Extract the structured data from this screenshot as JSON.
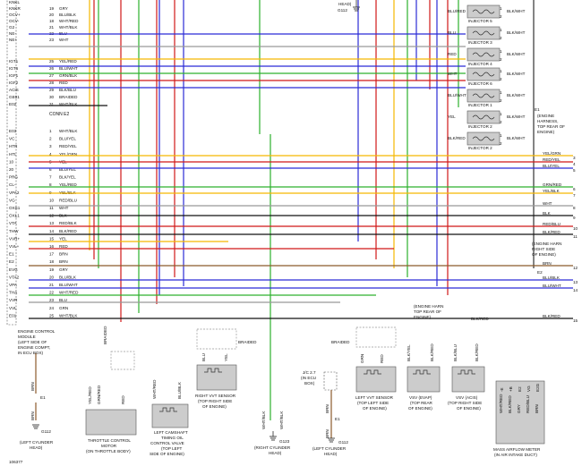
{
  "ecm": {
    "pins_top": [
      {
        "pin": "",
        "label": "KNKL",
        "wire": ""
      },
      {
        "pin": "19",
        "label": "KNKR",
        "wire": "GRY"
      },
      {
        "pin": "20",
        "label": "OCV+",
        "wire": "BLU/BLK"
      },
      {
        "pin": "18",
        "label": "OCV-",
        "wire": "WHT/RED"
      },
      {
        "pin": "21",
        "label": "G2",
        "wire": "WHT/BLK"
      },
      {
        "pin": "22",
        "label": "NE-",
        "wire": "BLU"
      },
      {
        "pin": "23",
        "label": "NE+",
        "wire": "WHT"
      }
    ],
    "pins_ign": [
      {
        "pin": "25",
        "label": "IGT1",
        "wire": "YEL/RED"
      },
      {
        "pin": "26",
        "label": "IGT6",
        "wire": "BLU/WHT"
      },
      {
        "pin": "27",
        "label": "IGF1",
        "wire": "GRN/BLK"
      },
      {
        "pin": "28",
        "label": "IGF2",
        "wire": "RED"
      },
      {
        "pin": "29",
        "label": "ACIS",
        "wire": "BLK/BLU"
      },
      {
        "pin": "30",
        "label": "GE01",
        "wire": "BRAIDED"
      },
      {
        "pin": "31",
        "label": "E02",
        "wire": "WHT/BLK"
      }
    ],
    "conn_e2": "CONN E2",
    "pins_e2": [
      {
        "pin": "1",
        "label": "E03",
        "wire": "WHT/BLK"
      },
      {
        "pin": "2",
        "label": "VC",
        "wire": "BLU/YEL"
      },
      {
        "pin": "3",
        "label": "HTR",
        "wire": "RED/YEL"
      },
      {
        "pin": "4",
        "label": "HTL",
        "wire": "YEL/GRN"
      },
      {
        "pin": "5",
        "label": "10",
        "wire": "YEL"
      },
      {
        "pin": "6",
        "label": "20",
        "wire": "BLU/YEL"
      },
      {
        "pin": "7",
        "label": "PRG",
        "wire": "BLK/YEL"
      },
      {
        "pin": "8",
        "label": "CL-",
        "wire": "YEL/RED"
      },
      {
        "pin": "9",
        "label": "VPA2",
        "wire": "YEL/BLK"
      },
      {
        "pin": "10",
        "label": "VG",
        "wire": "RED/BLU"
      },
      {
        "pin": "11",
        "label": "OXS1",
        "wire": "WHT"
      },
      {
        "pin": "12",
        "label": "OXL1",
        "wire": "BLK"
      },
      {
        "pin": "13",
        "label": "VTA",
        "wire": "RED/BLK"
      },
      {
        "pin": "14",
        "label": "THW",
        "wire": "BLK/RED"
      },
      {
        "pin": "15",
        "label": "VVR+",
        "wire": "YEL"
      },
      {
        "pin": "16",
        "label": "VVL+",
        "wire": "RED"
      },
      {
        "pin": "17",
        "label": "E1",
        "wire": "BRN"
      },
      {
        "pin": "18",
        "label": "E2",
        "wire": "BRN"
      },
      {
        "pin": "19",
        "label": "EVG",
        "wire": "GRY"
      },
      {
        "pin": "20",
        "label": "VTA2",
        "wire": "BLU/BLK"
      },
      {
        "pin": "21",
        "label": "VPA",
        "wire": "BLU/WHT"
      },
      {
        "pin": "22",
        "label": "THA",
        "wire": "WHT/RED"
      },
      {
        "pin": "23",
        "label": "VVR",
        "wire": "BLU"
      },
      {
        "pin": "24",
        "label": "VVL",
        "wire": "GRN"
      },
      {
        "pin": "25",
        "label": "E01",
        "wire": "WHT/BLK"
      }
    ],
    "caption": [
      "ENGINE CONTROL",
      "MODULE",
      "(LEFT SIDE OF",
      "ENGINE COMPT,",
      "IN ECU BOX)"
    ]
  },
  "top": {
    "head": "HEAD)",
    "g112": "G112"
  },
  "injectors": [
    {
      "name": "INJECTOR 5",
      "wire_in": "BLU/RED",
      "pin1": "1",
      "pin2": "2",
      "wire_out": "BLK/WHT"
    },
    {
      "name": "INJECTOR 3",
      "wire_in": "BLU",
      "pin1": "1",
      "pin2": "2",
      "wire_out": "BLK/WHT"
    },
    {
      "name": "INJECTOR 4",
      "wire_in": "RED",
      "pin1": "1",
      "pin2": "2",
      "wire_out": "BLK/WHT"
    },
    {
      "name": "INJECTOR 6",
      "wire_in": "WHT",
      "pin1": "1",
      "pin2": "2",
      "wire_out": "BLK/WHT"
    },
    {
      "name": "INJECTOR 1",
      "wire_in": "BLU/WHT",
      "pin1": "1",
      "pin2": "2",
      "wire_out": "BLK/WHT"
    },
    {
      "name": "INJECTOR 2",
      "wire_in": "YEL",
      "pin1": "1",
      "pin2": "2",
      "wire_out": "BLK/WHT"
    },
    {
      "name": "INJECTOR 2",
      "wire_in": "BLK/RED",
      "pin1": "1",
      "pin2": "2",
      "wire_out": "BLK/WHT"
    }
  ],
  "e1_label": "E1",
  "engine_harness_top": [
    "(ENGINE",
    "HARNESS,",
    "TOP REAR OF",
    "ENGINE)"
  ],
  "right_wires": [
    {
      "label": "YEL/GRN",
      "num": "3"
    },
    {
      "label": "RED/YEL",
      "num": "4"
    },
    {
      "label": "BLU/YEL",
      "num": "5"
    },
    {
      "label": "GRN/RED",
      "num": "6"
    },
    {
      "label": "YEL/BLK",
      "num": "7"
    },
    {
      "label": "WHT",
      "num": "8"
    },
    {
      "label": "BLK",
      "num": "9"
    },
    {
      "label": "RED/BLU",
      "num": "10"
    },
    {
      "label": "BLK/RED",
      "num": "11"
    },
    {
      "label": "BRN",
      "num": "12"
    },
    {
      "label": "BLU/BLK",
      "num": "13"
    },
    {
      "label": "BLU/WHT",
      "num": "14"
    },
    {
      "label": "BLK/RED",
      "num": "15"
    }
  ],
  "engine_harn_right": [
    "(ENGINE HARN",
    "RIGHT SIDE",
    "OF ENGINE)"
  ],
  "e2_label": "E2",
  "engine_harn_top2": [
    "(ENGINE HARN",
    "TOP REAR OF",
    "ENGINE)"
  ],
  "braided": "BRAIDED",
  "components": {
    "left_cyl_head_1": {
      "ground": "G112",
      "caption": [
        "(LEFT CYLINDER",
        "HEAD)"
      ],
      "wire": "BRN",
      "e1": "E1"
    },
    "throttle_motor": {
      "caption": [
        "THROTTLE CONTROL",
        "MOTOR",
        "(ON THROTTLE BODY)"
      ],
      "wires": [
        "YEL/RED",
        "GRN/RED",
        "RED"
      ]
    },
    "left_cam_ocv": {
      "caption": [
        "LEFT CAMSHAFT",
        "TIMING OIL",
        "CONTROL VALVE",
        "(TOP LEFT",
        "SIDE OF ENGINE)"
      ],
      "wires": [
        "WHT/RED",
        "BLU/BLK"
      ]
    },
    "right_vvt": {
      "caption": [
        "RIGHT VVT SENSOR",
        "(TOP RIGHT SIDE",
        "OF ENGINE)"
      ],
      "wires": [
        "BLU",
        "YEL"
      ]
    },
    "g123": {
      "ground": "G123",
      "caption": [
        "(RIGHT CYLINDER",
        "HEAD)"
      ],
      "wires": [
        "WHT/BLK",
        "WHT/BLK"
      ]
    },
    "jc": {
      "caption": [
        "J/C 2.7",
        "(IN ECU",
        "BOX)"
      ]
    },
    "left_cyl_head_2": {
      "ground": "G112",
      "caption": [
        "(LEFT CYLINDER",
        "HEAD)"
      ],
      "wire": "BRN",
      "e1": "E1"
    },
    "left_vvt": {
      "caption": [
        "LEFT VVT SENSOR",
        "(TOP LEFT SIDE",
        "OF ENGINE)"
      ],
      "wires": [
        "GRN",
        "RED"
      ]
    },
    "vsv_evap": {
      "caption": [
        "VSV (EVAP)",
        "(TOP REAR",
        "OF ENGINE)"
      ],
      "wires": [
        "BLK/YEL",
        "BLK/RED"
      ]
    },
    "vsv_acis": {
      "caption": [
        "VSV (ACIS)",
        "(TOP RIGHT SIDE",
        "OF ENGINE)"
      ],
      "wires": [
        "BLK/BLU",
        "BLK/RED"
      ]
    },
    "maf": {
      "caption": [
        "MASS AIRFLOW METER",
        "(IN AIR INTAKE DUCT)"
      ],
      "wires": [
        "WHT/RED",
        "BLK/RED",
        "GRY",
        "RED/BLU",
        "BRN"
      ],
      "pins": [
        "-E",
        "+B",
        "E2",
        "VG",
        "E2G"
      ]
    }
  },
  "blk_red_bottom": "BLK/RED",
  "figure_id": "106377"
}
